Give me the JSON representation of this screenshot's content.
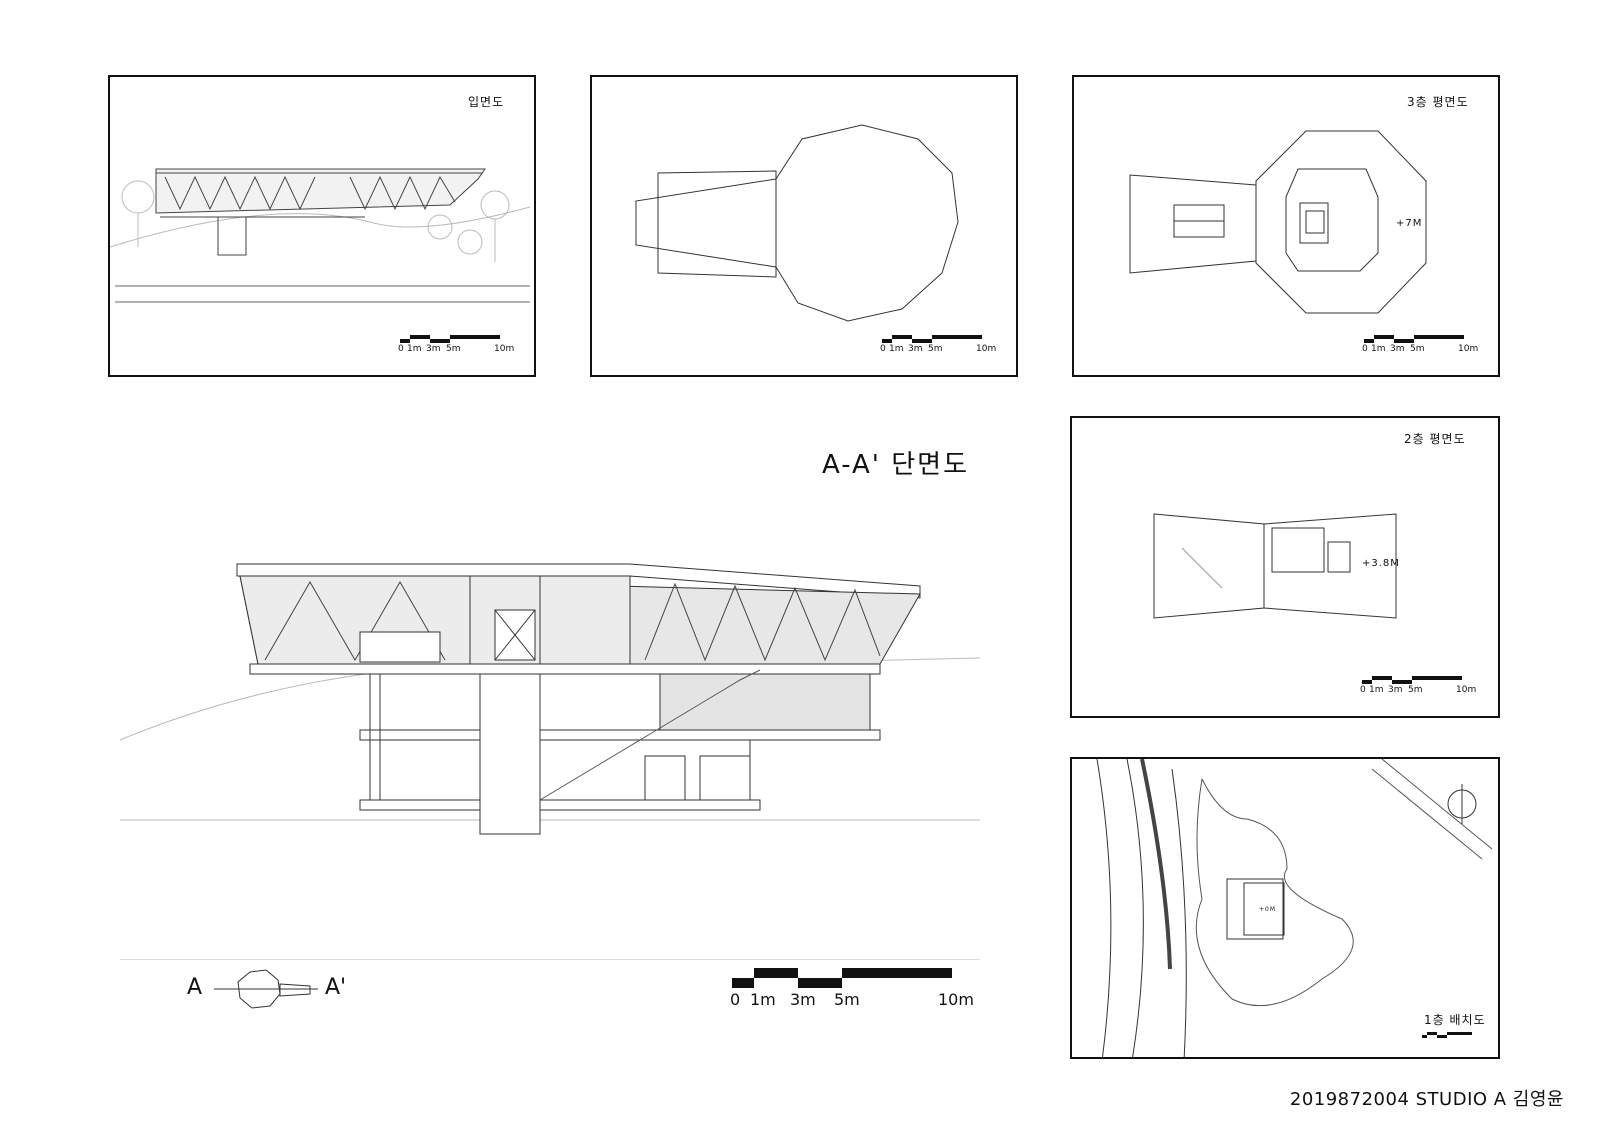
{
  "panels": {
    "elevation": {
      "title": "입면도"
    },
    "roof_plan": {
      "title": ""
    },
    "floor3": {
      "title": "3층 평면도",
      "level": "+7M"
    },
    "floor2": {
      "title": "2층 평면도",
      "level": "+3.8M"
    },
    "site": {
      "title": "1층 배치도",
      "level": "+0M"
    }
  },
  "section": {
    "title": "A-A' 단면도",
    "key_left": "A",
    "key_right": "A'"
  },
  "scale_bar": {
    "l0": "0",
    "l1": "1m",
    "l3": "3m",
    "l5": "5m",
    "l10": "10m"
  },
  "footer": {
    "text": "2019872004 STUDIO A 김영윤"
  }
}
